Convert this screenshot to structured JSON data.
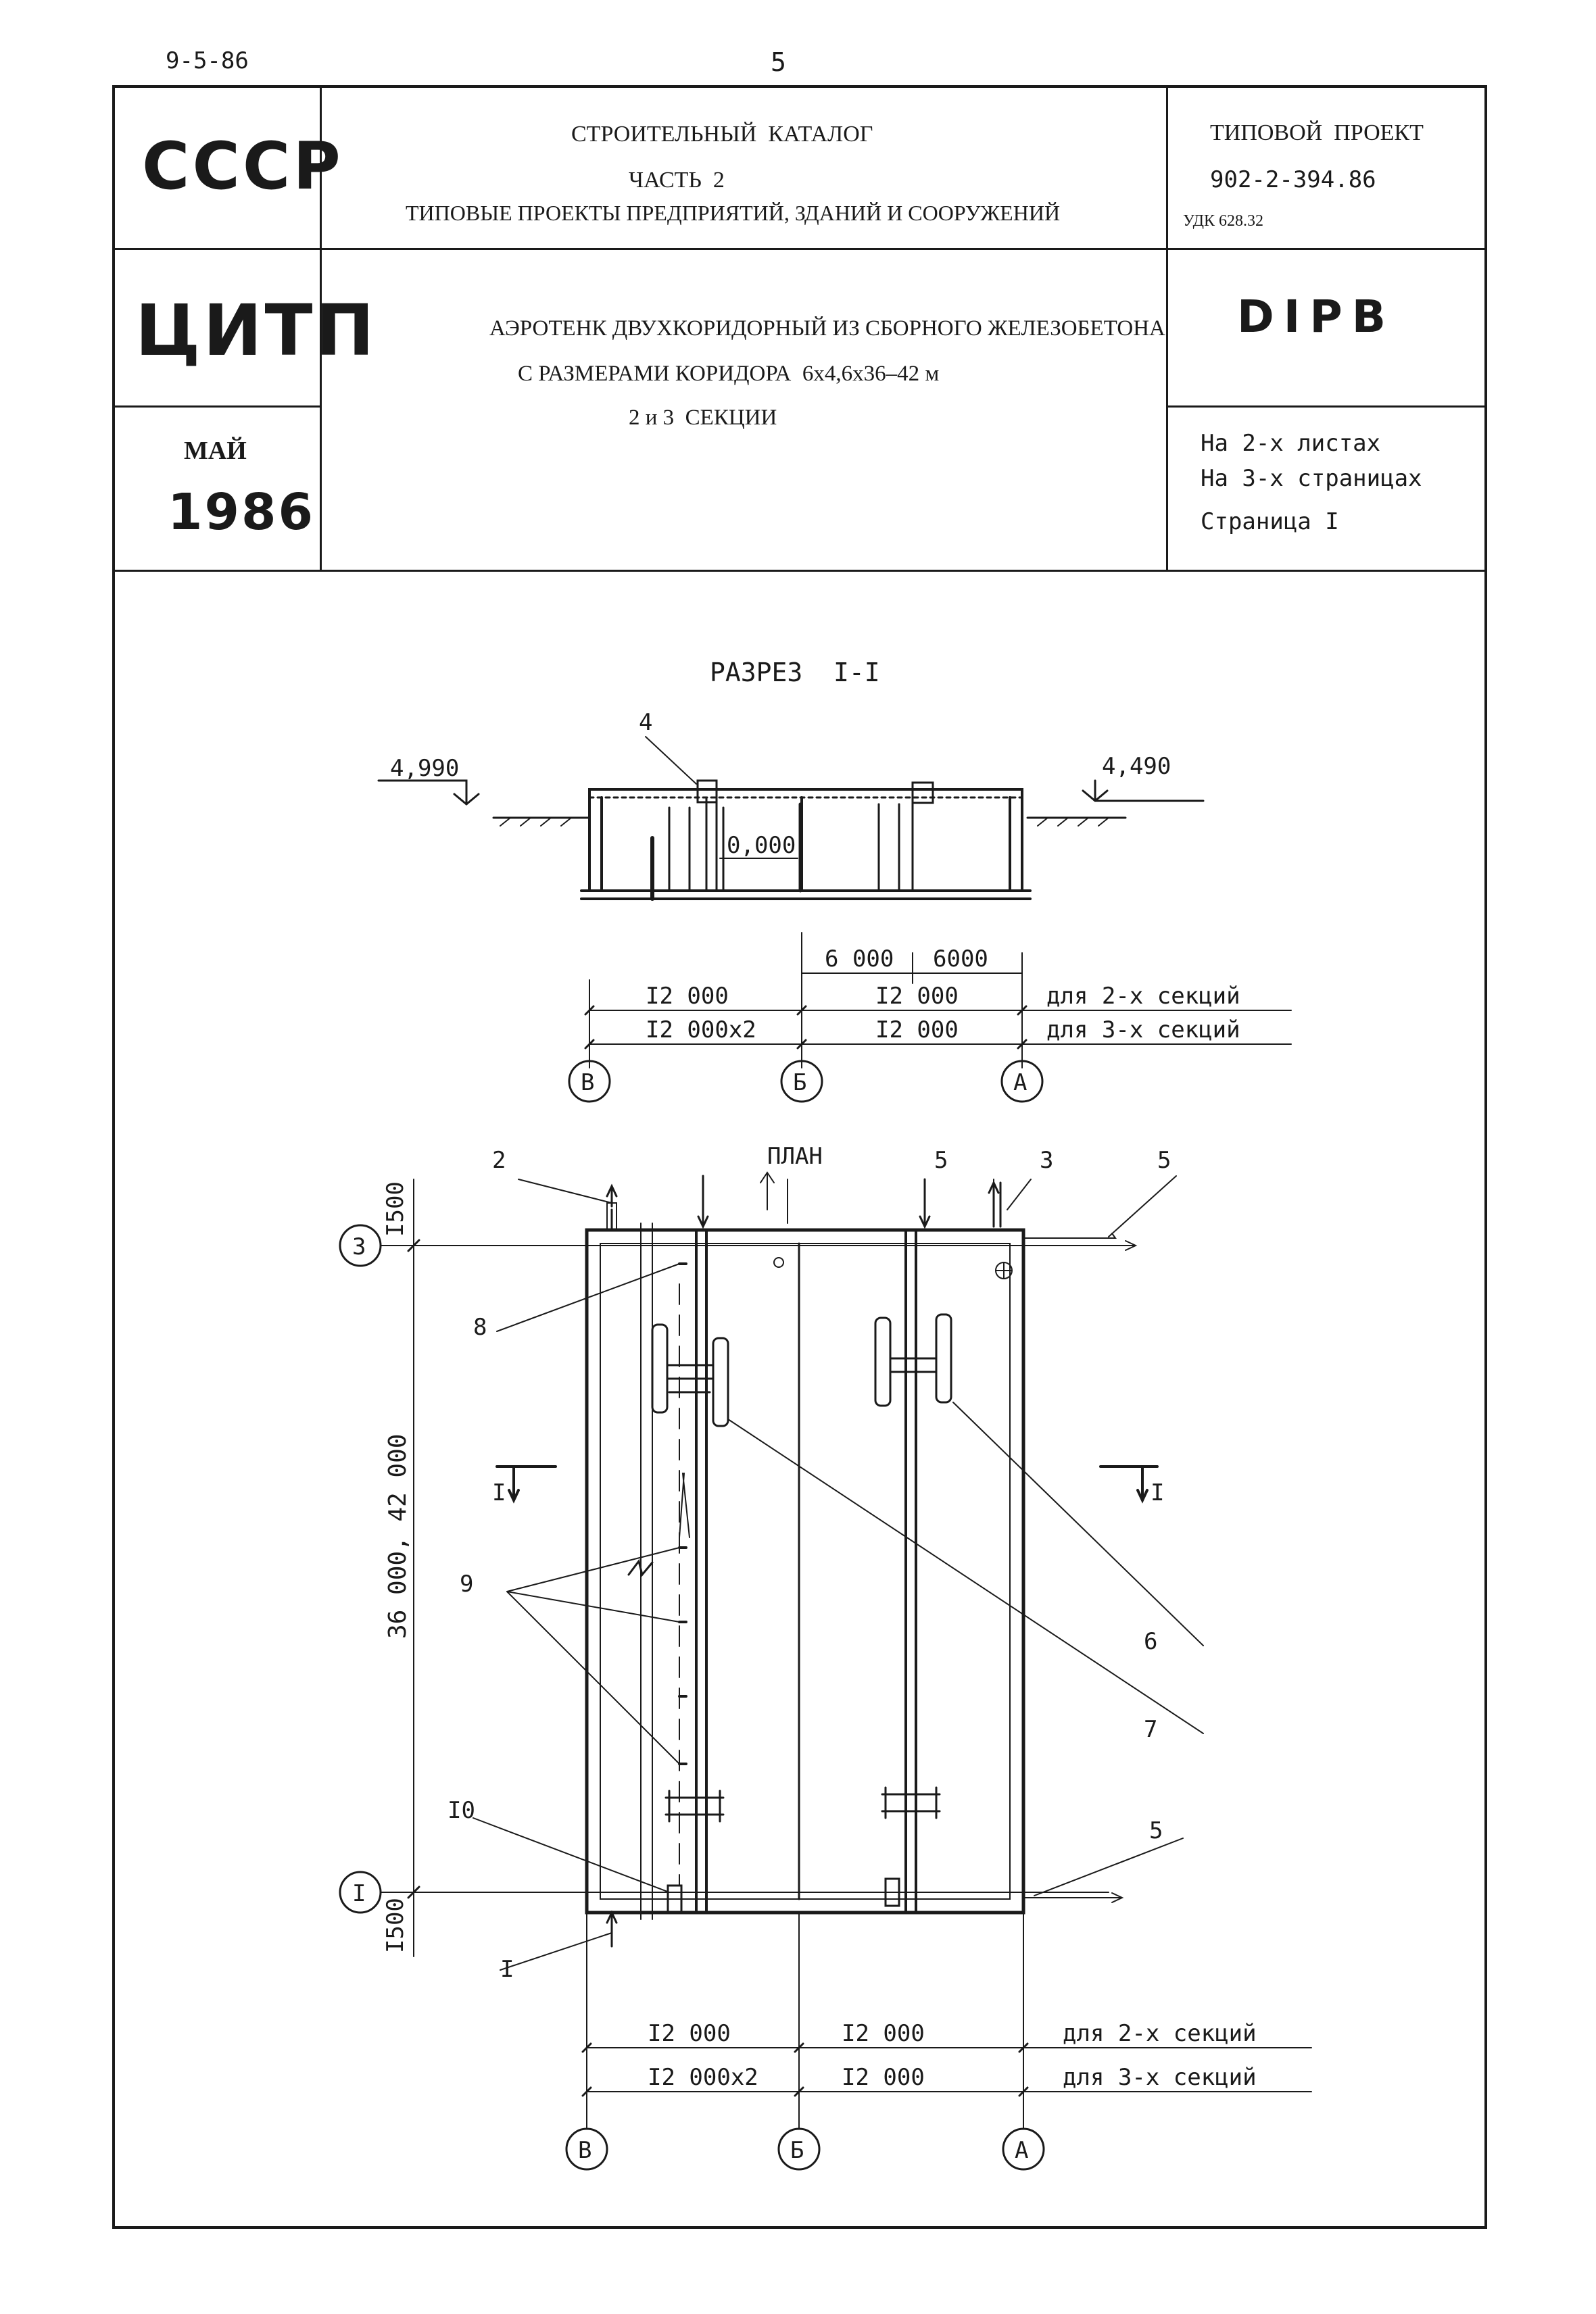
{
  "page_meta": {
    "date": "9-5-86",
    "page_number": "5"
  },
  "header": {
    "country": "СССР",
    "org": "ЦИТП",
    "month": "МАЙ",
    "year": "1986",
    "catalog_title": "СТРОИТЕЛЬНЫЙ  КАТАЛОГ",
    "catalog_part": "ЧАСТЬ  2",
    "catalog_subtitle": "ТИПОВЫЕ ПРОЕКТЫ ПРЕДПРИЯТИЙ, ЗДАНИЙ И СООРУЖЕНИЙ",
    "project_label": "ТИПОВОЙ  ПРОЕКТ",
    "project_number": "902-2-394.86",
    "udk": "УДК 628.32",
    "object_line1": "АЭРОТЕНК ДВУХКОРИДОРНЫЙ ИЗ СБОРНОГО ЖЕЛЕЗОБЕТОНА",
    "object_line2": "С РАЗМЕРАМИ КОРИДОРА  6х4,6х36–42 м",
    "object_line3": "2 и 3  СЕКЦИИ",
    "code": "DIPB",
    "sheets": "На 2-х листах",
    "pages": "На 3-х страницах",
    "page_ref": "Страница I"
  },
  "section": {
    "title": "РАЗРЕЗ  I-I",
    "mark_left": "4,990",
    "mark_right": "4,490",
    "mark_zero": "0,000",
    "callout_4": "4",
    "dim_6000a": "6 000",
    "dim_6000b": "6000",
    "dim_left_2": "I2 000",
    "dim_right_2": "I2 000",
    "dim_left_3": "I2 000х2",
    "dim_right_3": "I2 000",
    "note_2": "для 2-х секций",
    "note_3": "для 3-х секций",
    "axis_v": "В",
    "axis_b": "Б",
    "axis_a": "А"
  },
  "plan": {
    "title": "ПЛАН",
    "callouts": [
      "2",
      "5",
      "3",
      "5",
      "8",
      "9",
      "6",
      "7",
      "I0",
      "5",
      "I"
    ],
    "axis_3": "3",
    "axis_1": "I",
    "dim_top": "I500",
    "dim_bottom": "I500",
    "dim_length": "36 000, 42 000",
    "cut_left": "I",
    "cut_right": "I",
    "dim_left_2": "I2 000",
    "dim_right_2": "I2 000",
    "dim_left_3": "I2 000х2",
    "dim_right_3": "I2 000",
    "note_2": "для 2-х секций",
    "note_3": "для 3-х секций",
    "axis_v": "В",
    "axis_b": "Б",
    "axis_a": "А"
  }
}
